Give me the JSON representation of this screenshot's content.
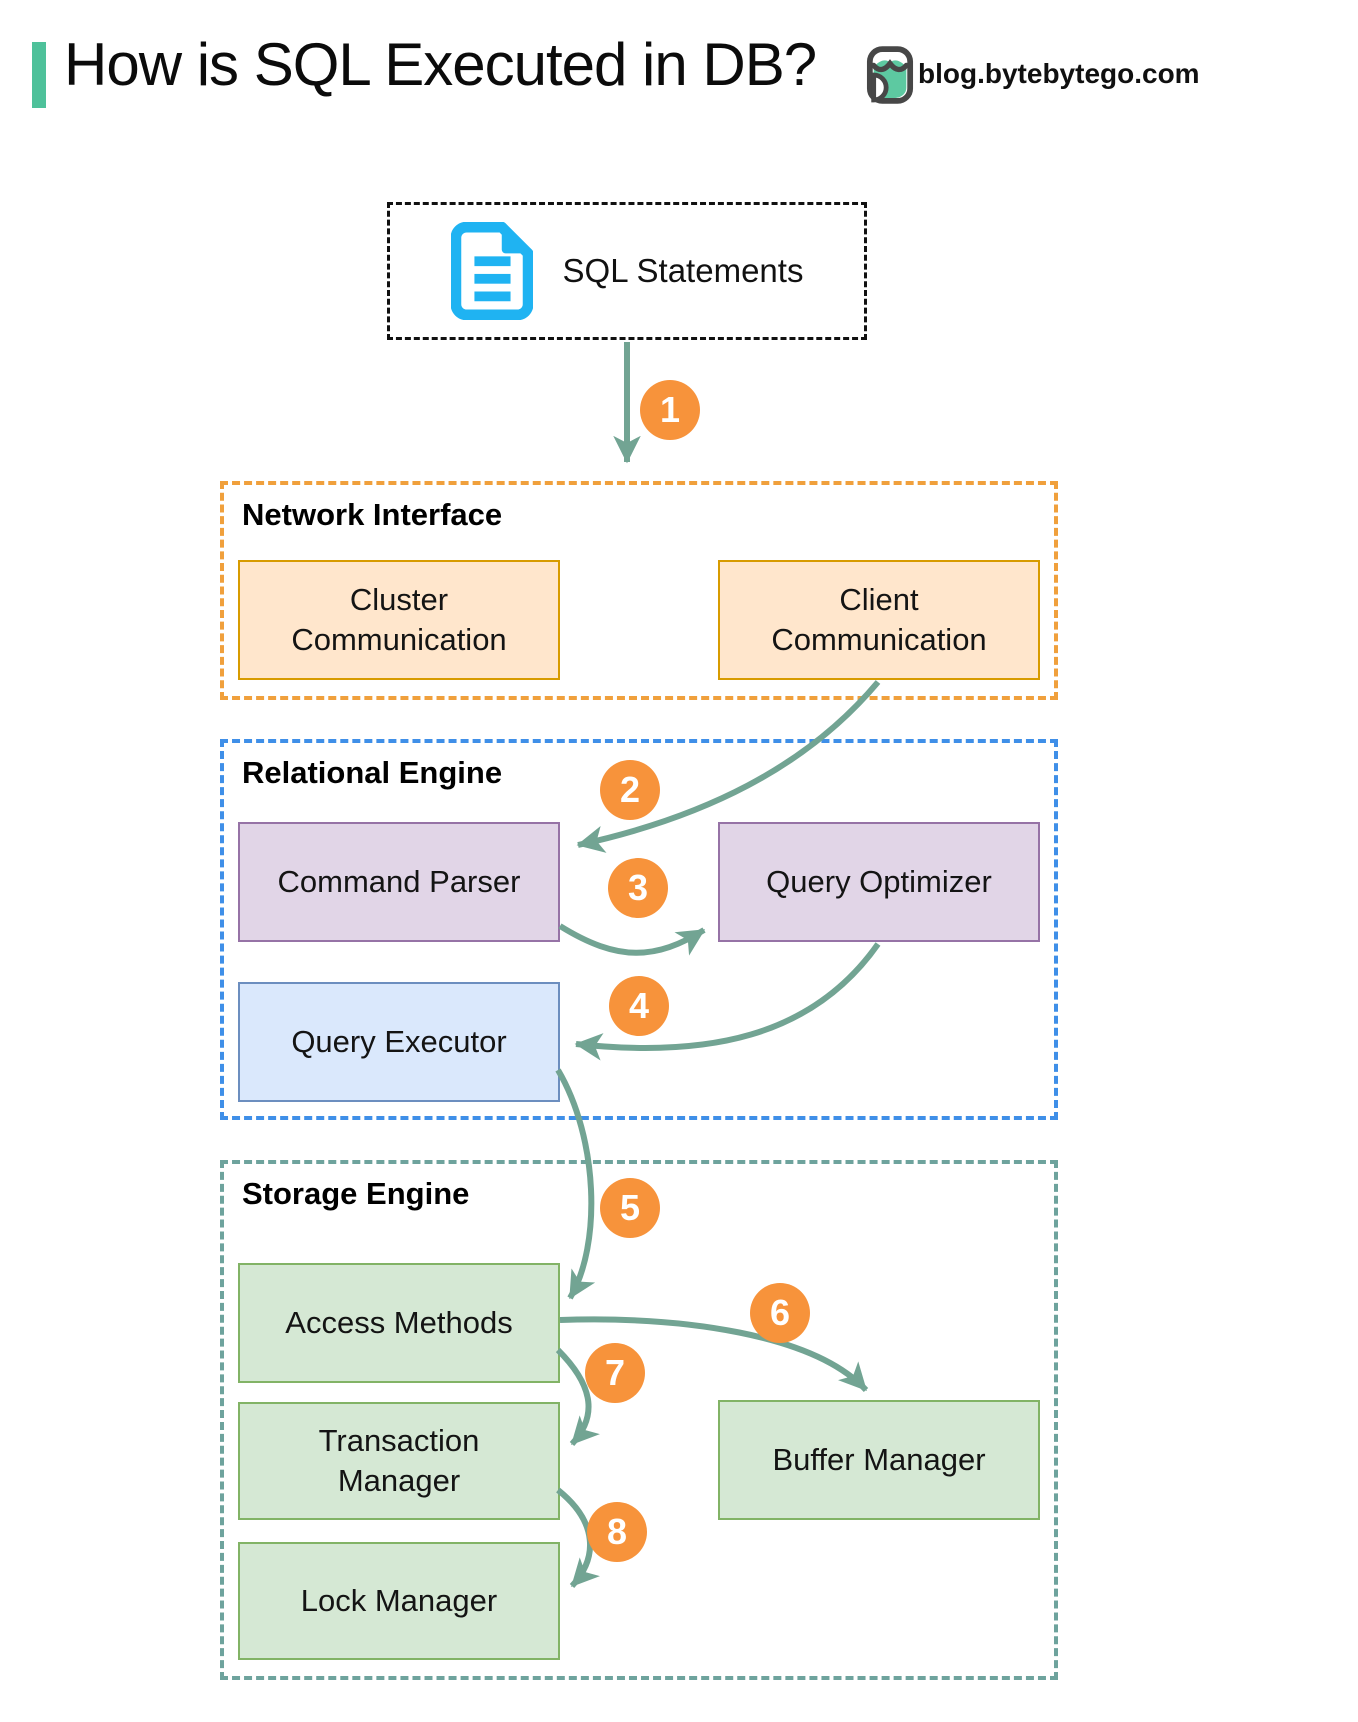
{
  "header": {
    "title": "How is SQL Executed in DB?",
    "site_label": "blog.bytebytego.com",
    "accent_color": "#4ec19a"
  },
  "diagram": {
    "source_box": {
      "label": "SQL Statements",
      "icon": "document-icon",
      "icon_color": "#1fb3f2"
    },
    "sections": [
      {
        "label": "Network Interface",
        "border_color": "#f0a03c",
        "boxes": [
          {
            "label": "Cluster Communication"
          },
          {
            "label": "Client Communication"
          }
        ]
      },
      {
        "label": "Relational Engine",
        "border_color": "#3f8fe8",
        "boxes": [
          {
            "label": "Command Parser"
          },
          {
            "label": "Query Optimizer"
          },
          {
            "label": "Query Executor"
          }
        ]
      },
      {
        "label": "Storage Engine",
        "border_color": "#6ea39d",
        "boxes": [
          {
            "label": "Access Methods"
          },
          {
            "label": "Transaction Manager"
          },
          {
            "label": "Lock Manager"
          },
          {
            "label": "Buffer Manager"
          }
        ]
      }
    ],
    "steps": [
      "1",
      "2",
      "3",
      "4",
      "5",
      "6",
      "7",
      "8"
    ],
    "colors": {
      "arrow": "#72a493",
      "badge": "#f7933b",
      "orange_fill": "#ffe6cc",
      "orange_stroke": "#d79b00",
      "purple_fill": "#e1d5e7",
      "purple_stroke": "#9673a6",
      "blue_fill": "#dae8fc",
      "blue_stroke": "#6c8ebf",
      "green_fill": "#d5e8d4",
      "green_stroke": "#82b366"
    }
  }
}
